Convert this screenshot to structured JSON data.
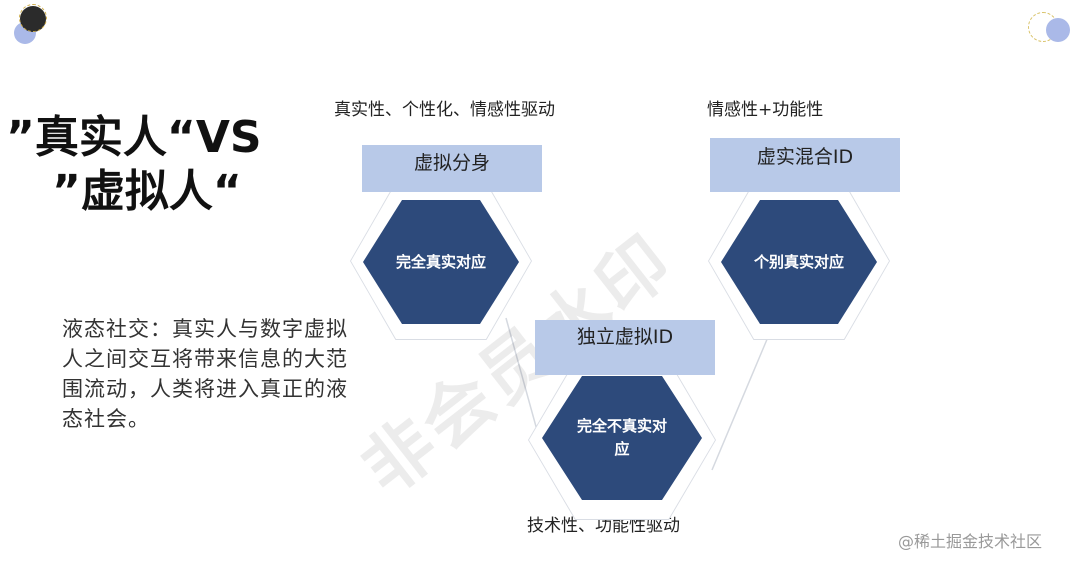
{
  "title": {
    "line1": "”真实人“VS",
    "line2": "”虚拟人“"
  },
  "body_text": "液态社交：真实人与数字虚拟人之间交互将带来信息的大范围流动，人类将进入真正的液态社会。",
  "watermark": "非会员水印",
  "nodes": [
    {
      "caption": "真实性、个性化、情感性驱动",
      "label": "虚拟分身",
      "hex_text": "完全真实对应"
    },
    {
      "caption": "情感性+功能性",
      "label": "虚实混合ID",
      "hex_text": "个别真实对应"
    },
    {
      "caption": "技术性、功能性驱动",
      "label": "独立虚拟ID",
      "hex_text": "完全不真实对应"
    }
  ],
  "footer": "@稀土掘金技术社区",
  "colors": {
    "hex_fill": "#2d4a7b",
    "label_fill": "#b8c9e8",
    "accent_dot": "#aab9e8",
    "dark_dot": "#2b2b2b"
  }
}
